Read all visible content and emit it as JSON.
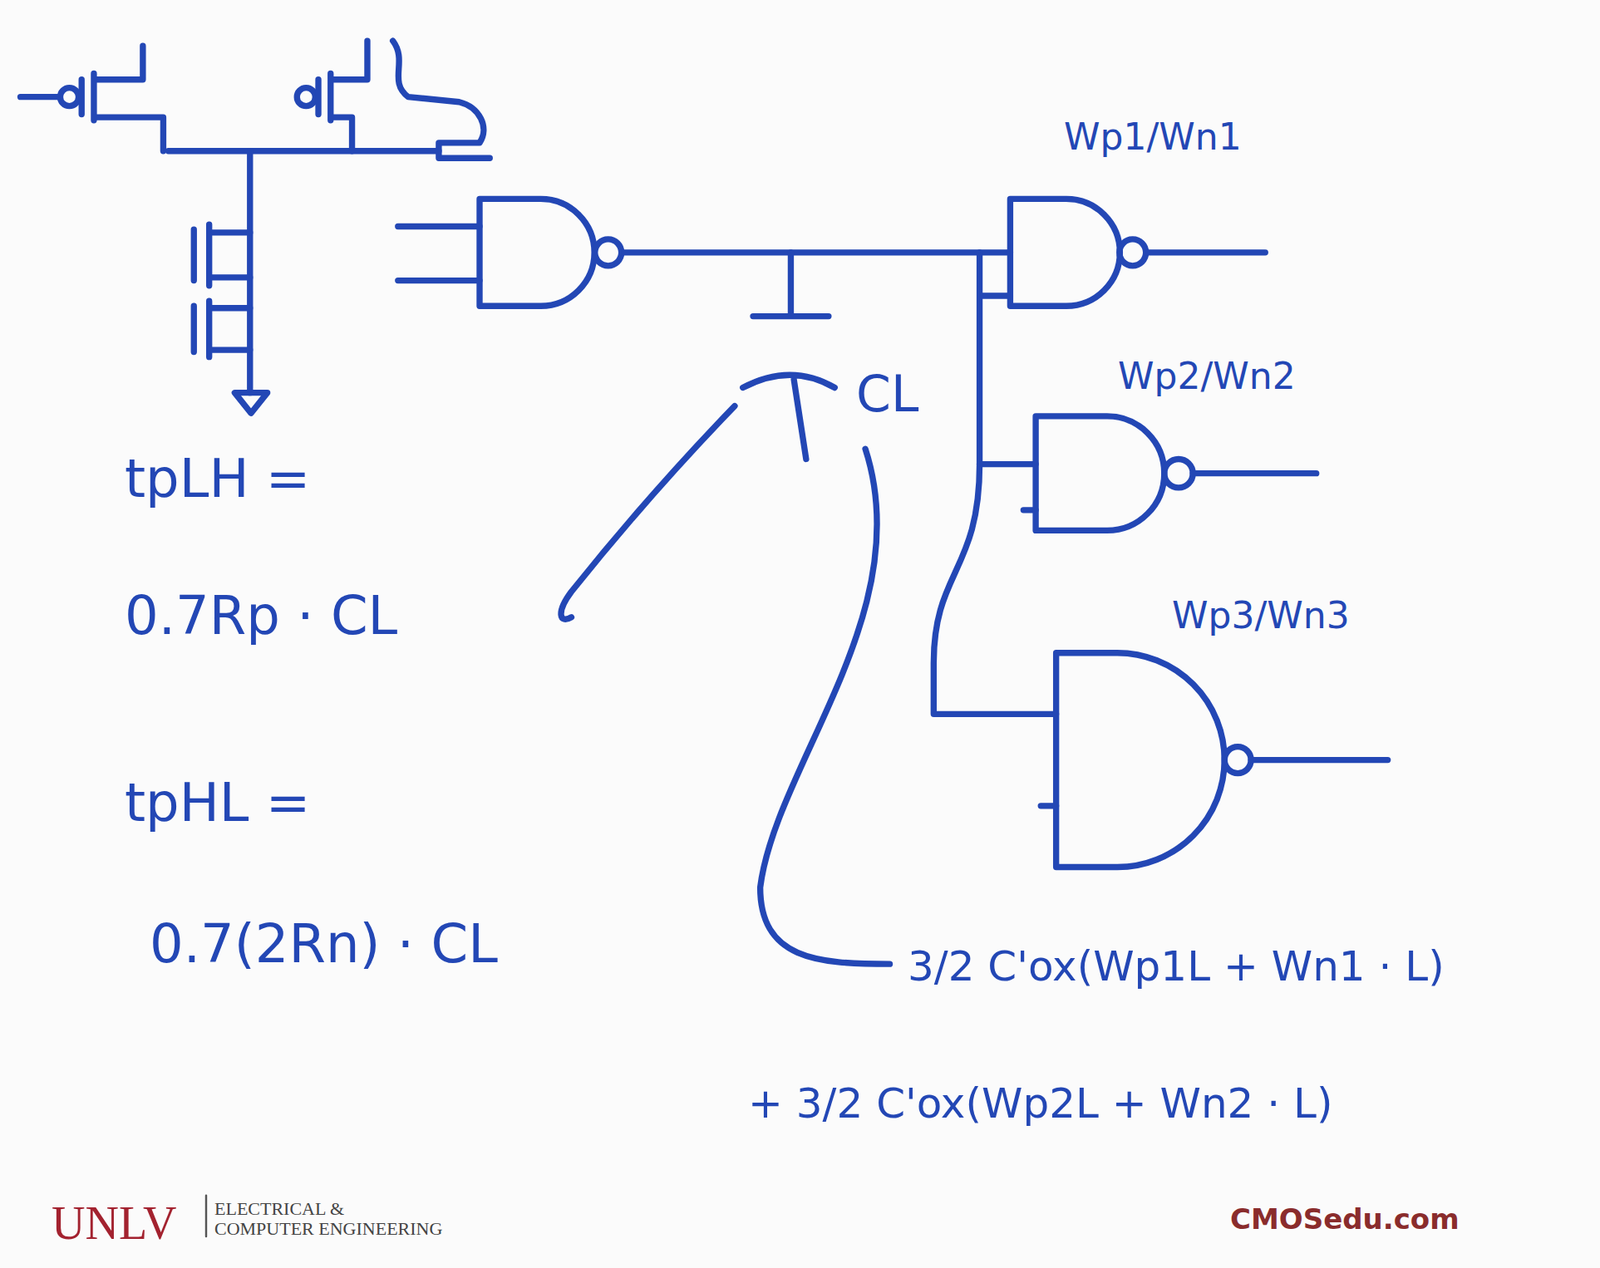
{
  "diagram": {
    "labels": [
      "Wp1/Wn1",
      "Wp2/Wn2",
      "Wp3/Wn3",
      "CL",
      "tpLH =",
      "0.7Rp · CL",
      "tpHL =",
      "0.7(2Rn) · CL",
      "3/2 C'ox(Wp1L + Wn1 · L)",
      "+ 3/2 C'ox(Wp2L + Wn2 · L)",
      "UNLV",
      "ELECTRICAL &",
      "COMPUTER ENGINEERING",
      "CMOSedu.com"
    ]
  }
}
